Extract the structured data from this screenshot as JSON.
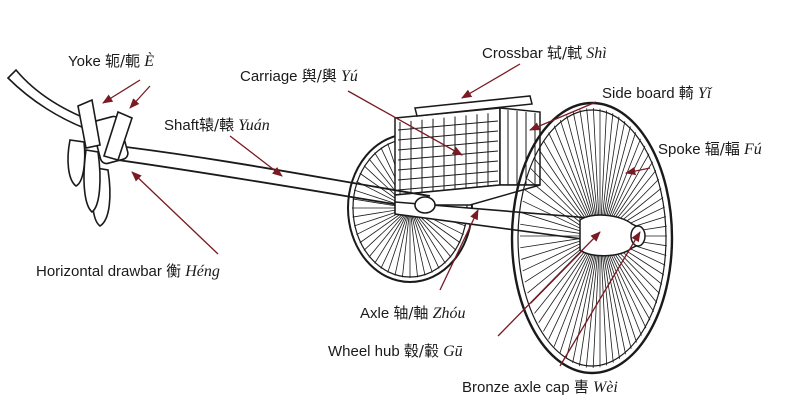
{
  "labels": {
    "yoke": {
      "en": "Yoke",
      "zh": "轭/軛",
      "py": "È"
    },
    "carriage": {
      "en": "Carriage",
      "zh": "舆/輿",
      "py": "Yú"
    },
    "crossbar": {
      "en": "Crossbar",
      "zh": "轼/軾",
      "py": "Shì"
    },
    "side_board": {
      "en": "Side board",
      "zh": "輢",
      "py": "Yǐ"
    },
    "shaft": {
      "en": "Shaft",
      "zh": "辕/轅",
      "py": "Yuán"
    },
    "spoke": {
      "en": "Spoke",
      "zh": "辐/輻",
      "py": "Fú"
    },
    "drawbar": {
      "en": "Horizontal drawbar",
      "zh": "衡",
      "py": "Héng"
    },
    "axle": {
      "en": "Axle",
      "zh": "轴/軸",
      "py": "Zhóu"
    },
    "wheel_hub": {
      "en": "Wheel hub",
      "zh": "毂/轂",
      "py": "Gū"
    },
    "axle_cap": {
      "en": "Bronze axle cap",
      "zh": "軎",
      "py": "Wèi"
    }
  },
  "colors": {
    "line": "#1a1a1a",
    "arrow": "#7a1a22"
  }
}
